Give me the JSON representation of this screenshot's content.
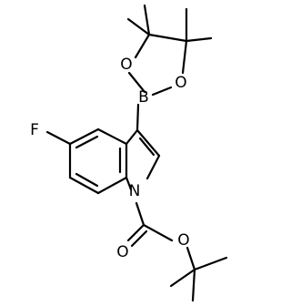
{
  "molecule": {
    "atoms": {
      "fluorine": "F",
      "indole_nitrogen": "N",
      "carbonyl_oxygen": "O",
      "ester_oxygen": "O",
      "boron": "B",
      "ring_oxygen_left": "O",
      "ring_oxygen_right": "O"
    }
  }
}
